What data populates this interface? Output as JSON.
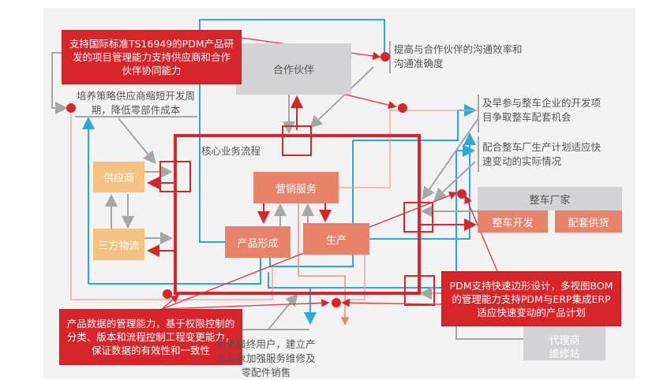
{
  "callouts": {
    "top_left": "支持国际标准TS16949的PDM产品研发的项目管理能力支持供应商和合作伙伴协同能力",
    "bottom_left": "产品数据的管理能力，基于权限控制的分类、版本和流程控制工程变更能力，保证数据的有效性和一致性",
    "right": "PDM支持快速边形设计，多视图BOM的管理能力支持PDM与ERP集成ERP适应快速变动的产品计划"
  },
  "nodes": {
    "partner": "合作伙伴",
    "core_title": "核心业务流程",
    "marketing": "营销服务",
    "product_form": "产品形成",
    "production": "生产",
    "supplier": "供应商",
    "logistics": "三方物流",
    "oem": "整车厂家",
    "oem_dev": "整车开发",
    "oem_supply": "配套供货",
    "dealer": "代理商维修站"
  },
  "benefits": {
    "supplier_cycle": "培养策略供应商缩短开发周期，降低零部件成本",
    "partner_comm": "提高与合作伙伴的沟通效率和沟通准确度",
    "early_join": "及早参与整车企业的开发项目争取整车配套机会",
    "plan_adapt": "配合整车厂生产计划适应快速变动的实际情况",
    "end_user": "接近最终用户，建立产品形象加强服务维修及零配件销售"
  },
  "colors": {
    "red": "#d7252a",
    "blue": "#29a8e0",
    "orange": "#e8836a",
    "peach": "#f5c183",
    "gray": "#a6a6a8",
    "salmon": "#f0a08c"
  }
}
